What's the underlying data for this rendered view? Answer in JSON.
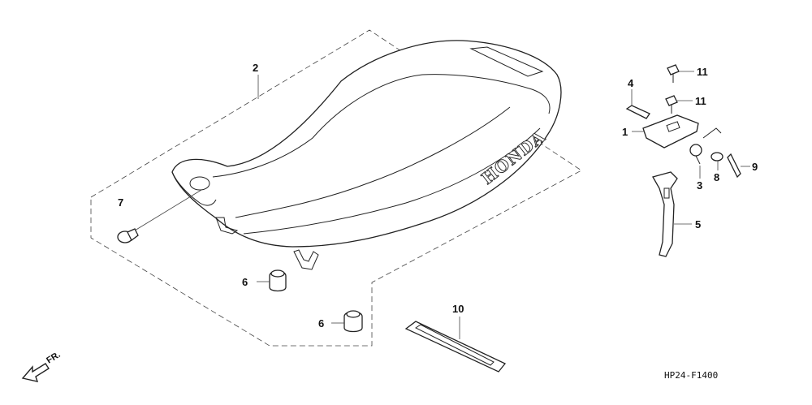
{
  "diagram": {
    "brand_text": "HONDA",
    "diagram_code": "HP24-F1400",
    "front_label": "FR.",
    "callouts": {
      "c1": "1",
      "c2": "2",
      "c3": "3",
      "c4": "4",
      "c5": "5",
      "c6a": "6",
      "c6b": "6",
      "c7": "7",
      "c8": "8",
      "c9": "9",
      "c10": "10",
      "c11a": "11",
      "c11b": "11"
    }
  }
}
